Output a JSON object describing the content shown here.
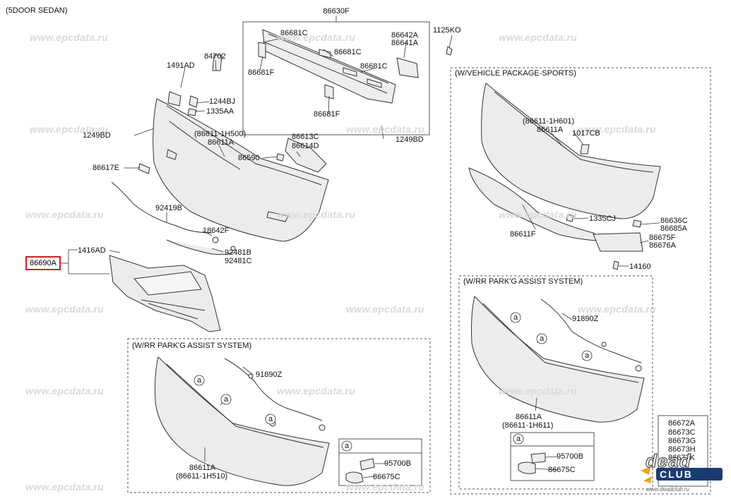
{
  "header": {
    "title": "(5DOOR SEDAN)"
  },
  "watermark": "www.epcdata.ru",
  "highlighted_part": "86690A",
  "boxes": {
    "top_frame": {
      "label": "86630F"
    },
    "sports": {
      "title": "(W/VEHICLE PACKAGE-SPORTS)"
    },
    "park_assist_left": {
      "title": "(W/RR PARK'G ASSIST SYSTEM)"
    },
    "park_assist_right": {
      "title": "(W/RR PARK'G ASSIST SYSTEM)"
    }
  },
  "labels": {
    "l_86681c_1": "86681C",
    "l_86681c_2": "86681C",
    "l_86681c_3": "86681C",
    "l_86681f_1": "86681F",
    "l_86681f_2": "86681F",
    "l_86642a": "86642A",
    "l_86641a": "86641A",
    "l_1125ko": "1125KO",
    "l_84702": "84702",
    "l_1491ad": "1491AD",
    "l_1244bj": "1244BJ",
    "l_1335aa": "1335AA",
    "l_1249bd_1": "1249BD",
    "l_1249bd_2": "1249BD",
    "l_86611_1h500": "(86611-1H500)",
    "l_86611a_1": "86611A",
    "l_86613c": "86613C",
    "l_86614d": "86614D",
    "l_86590": "86590",
    "l_86617e": "86617E",
    "l_92419b": "92419B",
    "l_18642f": "18642F",
    "l_92481b": "92481B",
    "l_92481c": "92481C",
    "l_1416ad": "1416AD",
    "l_86611_1h601": "(86611-1H601)",
    "l_86611a_2": "86611A",
    "l_1017cb": "1017CB",
    "l_1335cj": "1335CJ",
    "l_86636c": "86636C",
    "l_86685a": "86685A",
    "l_86611f": "86611F",
    "l_86675f": "86675F",
    "l_86676a": "86676A",
    "l_14160": "14160",
    "l_91890z_1": "91890Z",
    "l_86611a_3": "86611A",
    "l_86611_1h510": "(86611-1H510)",
    "l_95700b_1": "95700B",
    "l_86675c_1": "86675C",
    "l_91890z_2": "91890Z",
    "l_86611a_4": "86611A",
    "l_86611_1h611": "(86611-1H611)",
    "l_95700b_2": "95700B",
    "l_86675c_2": "86675C",
    "l_86672a": "86672A",
    "l_86673c": "86673C",
    "l_86673g": "86673G",
    "l_86673h": "86673H",
    "l_86673x": "86673K"
  },
  "callout_letter": "a",
  "logo": {
    "main": "dead",
    "sub": "CLUB",
    "url": "www.deadclub.ru"
  },
  "colors": {
    "highlight": "#d0202a",
    "line": "#333333",
    "part_fill": "#ececec",
    "watermark": "#d9d9d9"
  }
}
